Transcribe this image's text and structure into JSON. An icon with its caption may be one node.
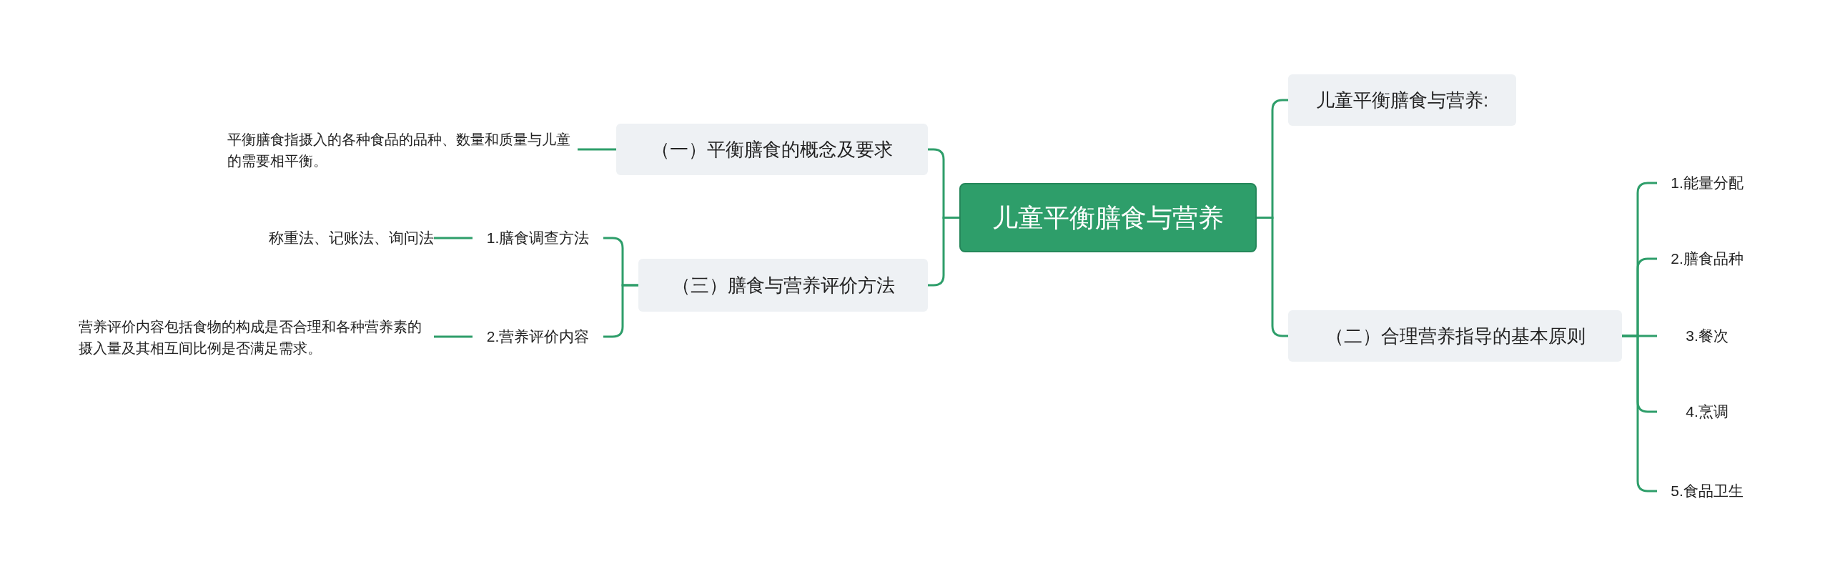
{
  "diagram": {
    "nodes": [
      {
        "text": [
          "儿童平衡膳食与营养"
        ]
      },
      {
        "text": [
          "（一）平衡膳食的概念及要求"
        ]
      },
      {
        "text": [
          "平衡膳食指摄入的各种食品的品种、数量和质量与儿童的需要相平衡。"
        ]
      },
      {
        "text": [
          "（三）膳食与营养评价方法"
        ]
      },
      {
        "text": [
          "1.膳食调查方法"
        ]
      },
      {
        "text": [
          "称重法、记账法、询问法"
        ]
      },
      {
        "text": [
          "2.营养评价内容"
        ]
      },
      {
        "text": [
          "营养评价内容包括食物的构成是否合理和各种营养素的摄入量及其相互间比例是否满足需求。"
        ]
      },
      {
        "text": [
          "儿童平衡膳食与营养:"
        ]
      },
      {
        "text": [
          "（二）合理营养指导的基本原则"
        ]
      },
      {
        "text": [
          "1.能量分配"
        ]
      },
      {
        "text": [
          "2.膳食品种"
        ]
      },
      {
        "text": [
          "3.餐次"
        ]
      },
      {
        "text": [
          "4.烹调"
        ]
      },
      {
        "text": [
          "5.食品卫生"
        ]
      }
    ],
    "edges": [
      {
        "from": 0,
        "to": 1,
        "arrow": "none"
      },
      {
        "from": 0,
        "to": 3,
        "arrow": "none"
      },
      {
        "from": 0,
        "to": 8,
        "arrow": "none"
      },
      {
        "from": 0,
        "to": 9,
        "arrow": "none"
      },
      {
        "from": 1,
        "to": 2,
        "arrow": "none"
      },
      {
        "from": 3,
        "to": 4,
        "arrow": "none"
      },
      {
        "from": 4,
        "to": 5,
        "arrow": "none"
      },
      {
        "from": 3,
        "to": 6,
        "arrow": "none"
      },
      {
        "from": 6,
        "to": 7,
        "arrow": "none"
      },
      {
        "from": 9,
        "to": 10,
        "arrow": "none"
      },
      {
        "from": 9,
        "to": 11,
        "arrow": "none"
      },
      {
        "from": 9,
        "to": 12,
        "arrow": "none"
      },
      {
        "from": 9,
        "to": 13,
        "arrow": "none"
      },
      {
        "from": 9,
        "to": 14,
        "arrow": "none"
      }
    ]
  }
}
